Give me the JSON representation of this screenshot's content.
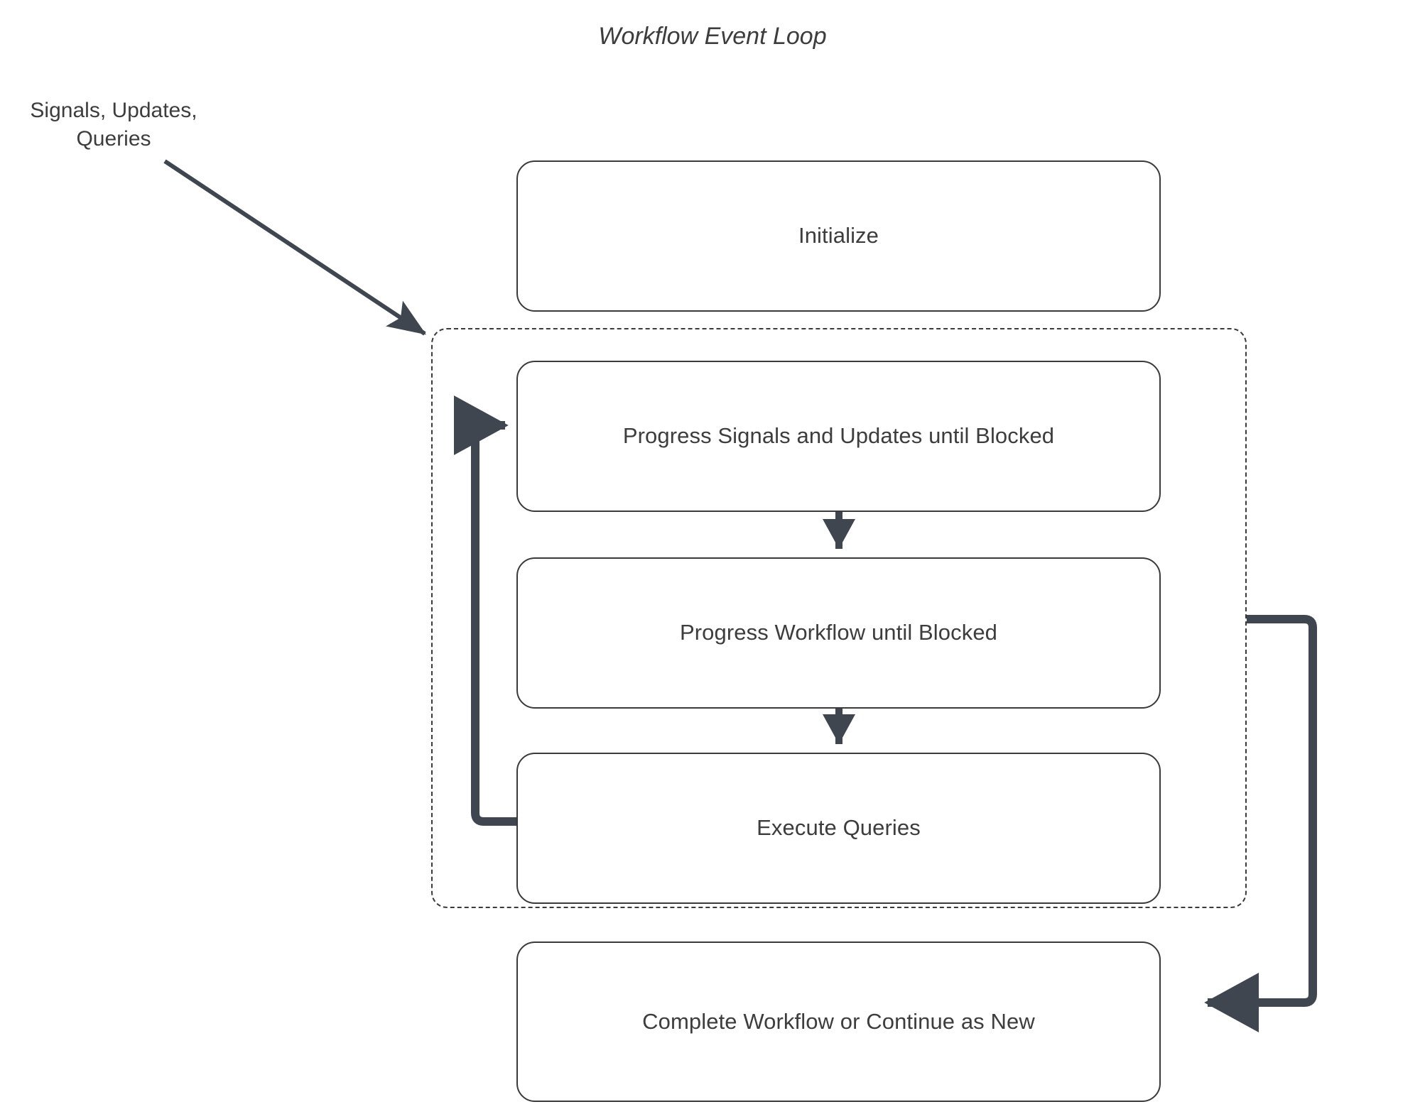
{
  "diagram": {
    "title": "Workflow Event Loop",
    "type": "flowchart",
    "colors": {
      "node_border": "#3a3a3a",
      "node_fill": "#ffffff",
      "text": "#3d3d3d",
      "connector": "#3f4650",
      "group_border": "#3a3a3a",
      "background": "#ffffff"
    },
    "nodes": [
      {
        "id": "initialize",
        "label": "Initialize"
      },
      {
        "id": "progress_signals",
        "label": "Progress Signals and Updates until Blocked"
      },
      {
        "id": "progress_workflow",
        "label": "Progress Workflow until Blocked"
      },
      {
        "id": "execute_queries",
        "label": "Execute Queries"
      },
      {
        "id": "complete",
        "label": "Complete Workflow or Continue as New"
      }
    ],
    "group": {
      "id": "event_loop_group",
      "style": "dashed",
      "members": [
        "progress_signals",
        "progress_workflow",
        "execute_queries"
      ]
    },
    "edge_labels": {
      "inbound": "Signals, Updates,\nQueries"
    },
    "edges": [
      {
        "from": "inbound_label",
        "to": "event_loop_group",
        "style": "solid-diagonal",
        "arrow": "end"
      },
      {
        "from": "progress_signals",
        "to": "progress_workflow",
        "style": "solid-vertical",
        "arrow": "end"
      },
      {
        "from": "progress_workflow",
        "to": "execute_queries",
        "style": "solid-vertical",
        "arrow": "end"
      },
      {
        "from": "execute_queries",
        "to": "progress_signals",
        "style": "loop-left",
        "arrow": "end"
      },
      {
        "from": "event_loop_group",
        "to": "complete",
        "style": "loop-right",
        "arrow": "end"
      }
    ]
  }
}
